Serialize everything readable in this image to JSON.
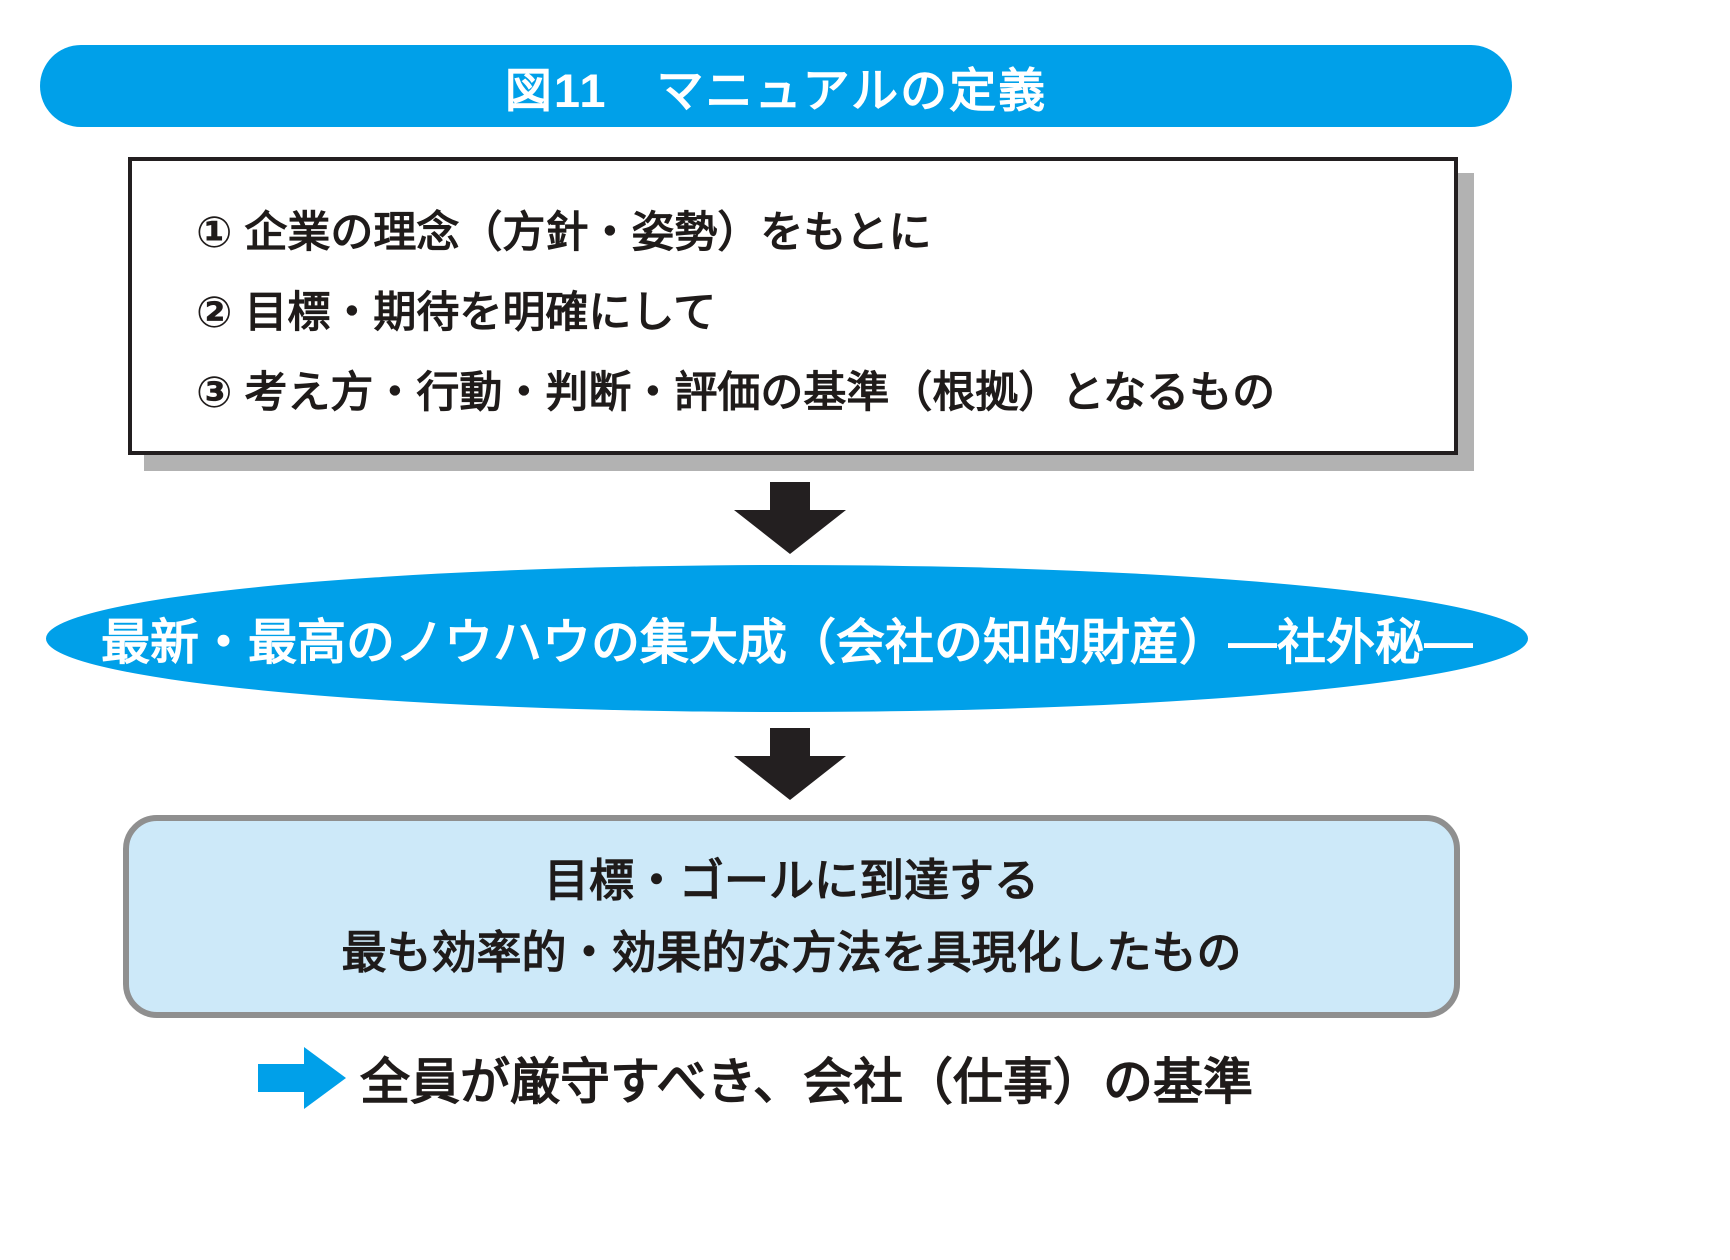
{
  "title": {
    "label": "図11　マニュアルの定義"
  },
  "definition_box": {
    "items": [
      "① 企業の理念（方針・姿勢）をもとに",
      "② 目標・期待を明確にして",
      "③ 考え方・行動・判断・評価の基準（根拠）となるもの"
    ]
  },
  "ellipse": {
    "label": "最新・最高のノウハウの集大成（会社の知的財産）―社外秘―"
  },
  "result_box": {
    "line1": "目標・ゴールに到達する",
    "line2": "最も効率的・効果的な方法を具現化したもの"
  },
  "conclusion": {
    "label": "全員が厳守すべき、会社（仕事）の基準"
  },
  "colors": {
    "accent_blue": "#00a0e9",
    "light_blue_fill": "#cde9f9",
    "arrow_black": "#231f20",
    "box_border_gray": "#8f8f8f",
    "shadow_gray": "#b2b2b2"
  }
}
